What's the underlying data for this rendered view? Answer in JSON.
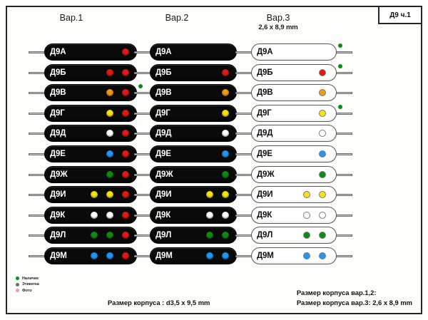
{
  "sheet": {
    "corner_label": "Д9 ч.1"
  },
  "columns": [
    {
      "title": "Вар.1",
      "subtitle": ""
    },
    {
      "title": "Вар.2",
      "subtitle": ""
    },
    {
      "title": "Вар.3",
      "subtitle": "2,6 x 8,9 mm"
    }
  ],
  "colors": {
    "red": "#e01b14",
    "orange": "#f0991a",
    "yellow": "#f7e215",
    "white": "#ffffff",
    "blue": "#2196f3",
    "green": "#0f8a17",
    "green_marker": "#0f8a17",
    "body_dark": "#0a0a0a",
    "body_light": "#ffffff",
    "frame": "#262626"
  },
  "rows": [
    {
      "name": "Д9А",
      "var1": {
        "dots": [
          "red"
        ],
        "marker": false
      },
      "var2": {
        "dots": [],
        "marker": false
      },
      "var3": {
        "dots": [],
        "marker": true
      }
    },
    {
      "name": "Д9Б",
      "var1": {
        "dots": [
          "red",
          "red"
        ],
        "marker": false
      },
      "var2": {
        "dots": [
          "red"
        ],
        "marker": false
      },
      "var3": {
        "dots": [
          "red"
        ],
        "marker": true
      }
    },
    {
      "name": "Д9В",
      "var1": {
        "dots": [
          "orange",
          "red"
        ],
        "marker": true
      },
      "var2": {
        "dots": [
          "orange"
        ],
        "marker": false
      },
      "var3": {
        "dots": [
          "orange"
        ],
        "marker": false
      }
    },
    {
      "name": "Д9Г",
      "var1": {
        "dots": [
          "yellow",
          "red"
        ],
        "marker": false
      },
      "var2": {
        "dots": [
          "yellow"
        ],
        "marker": false
      },
      "var3": {
        "dots": [
          "yellow"
        ],
        "marker": true
      }
    },
    {
      "name": "Д9Д",
      "var1": {
        "dots": [
          "white",
          "red"
        ],
        "marker": false
      },
      "var2": {
        "dots": [
          "white"
        ],
        "marker": false
      },
      "var3": {
        "dots": [
          "white"
        ],
        "marker": false
      }
    },
    {
      "name": "Д9Е",
      "var1": {
        "dots": [
          "blue",
          "red"
        ],
        "marker": false
      },
      "var2": {
        "dots": [
          "blue"
        ],
        "marker": false
      },
      "var3": {
        "dots": [
          "blue"
        ],
        "marker": false
      }
    },
    {
      "name": "Д9Ж",
      "var1": {
        "dots": [
          "green",
          "red"
        ],
        "marker": false
      },
      "var2": {
        "dots": [
          "green"
        ],
        "marker": false
      },
      "var3": {
        "dots": [
          "green"
        ],
        "marker": false
      }
    },
    {
      "name": "Д9И",
      "var1": {
        "dots": [
          "yellow",
          "yellow",
          "red"
        ],
        "marker": false
      },
      "var2": {
        "dots": [
          "yellow",
          "yellow"
        ],
        "marker": false
      },
      "var3": {
        "dots": [
          "yellow",
          "yellow"
        ],
        "marker": false
      }
    },
    {
      "name": "Д9К",
      "var1": {
        "dots": [
          "white",
          "white",
          "red"
        ],
        "marker": false
      },
      "var2": {
        "dots": [
          "white",
          "white"
        ],
        "marker": false
      },
      "var3": {
        "dots": [
          "white",
          "white"
        ],
        "marker": false
      }
    },
    {
      "name": "Д9Л",
      "var1": {
        "dots": [
          "green",
          "green",
          "red"
        ],
        "marker": false
      },
      "var2": {
        "dots": [
          "green",
          "green"
        ],
        "marker": false
      },
      "var3": {
        "dots": [
          "green",
          "green"
        ],
        "marker": false
      }
    },
    {
      "name": "Д9М",
      "var1": {
        "dots": [
          "blue",
          "blue",
          "red"
        ],
        "marker": false
      },
      "var2": {
        "dots": [
          "blue",
          "blue"
        ],
        "marker": false
      },
      "var3": {
        "dots": [
          "blue",
          "blue"
        ],
        "marker": false
      }
    }
  ],
  "legend": [
    {
      "label": "Наличие",
      "color": "#0f8a17"
    },
    {
      "label": "Этикетка",
      "color": "#6e6e6e"
    },
    {
      "label": "Фото",
      "color": "#e79ccd"
    }
  ],
  "captions": {
    "center": "Размер корпуса : d3,5 x 9,5 mm",
    "right_line1": "Размер корпуса вар.1,2:",
    "right_line2": "Размер корпуса вар.3: 2,6 x 8,9 mm"
  }
}
